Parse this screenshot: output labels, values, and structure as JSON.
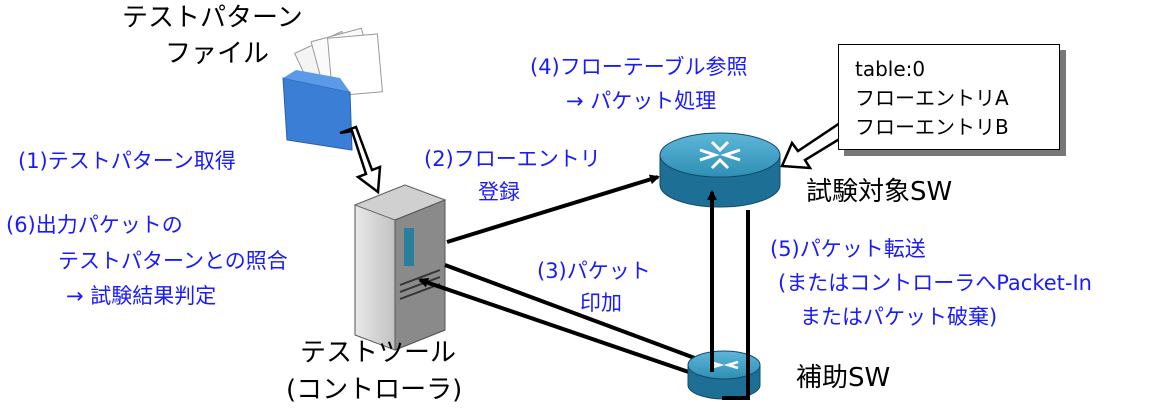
{
  "labels": {
    "test_pattern_file_line1": "テストパターン",
    "test_pattern_file_line2": "ファイル",
    "step1": "(1)テストパターン取得",
    "step2_line1": "(2)フローエントリ",
    "step2_line2": "登録",
    "step3_line1": "(3)パケット",
    "step3_line2": "印加",
    "step4_line1": "(4)フローテーブル参照",
    "step4_line2": "→ パケット処理",
    "step5_line1": "(5)パケット転送",
    "step5_line2": "(またはコントローラへPacket-In",
    "step5_line3": "またはパケット破棄)",
    "step6_line1": "(6)出力パケットの",
    "step6_line2": "テストパターンとの照合",
    "step6_line3": "→ 試験結果判定",
    "test_tool_line1": "テストツール",
    "test_tool_line2": "(コントローラ)",
    "target_sw": "試験対象SW",
    "aux_sw": "補助SW"
  },
  "flow_table": {
    "title": "table:0",
    "entry_a": "フローエントリA",
    "entry_b": "フローエントリB"
  },
  "colors": {
    "step_text": "#1a1aff",
    "node_text": "#000000",
    "switch_fill": "#2e8fb5",
    "folder_fill": "#3a7fd5"
  }
}
